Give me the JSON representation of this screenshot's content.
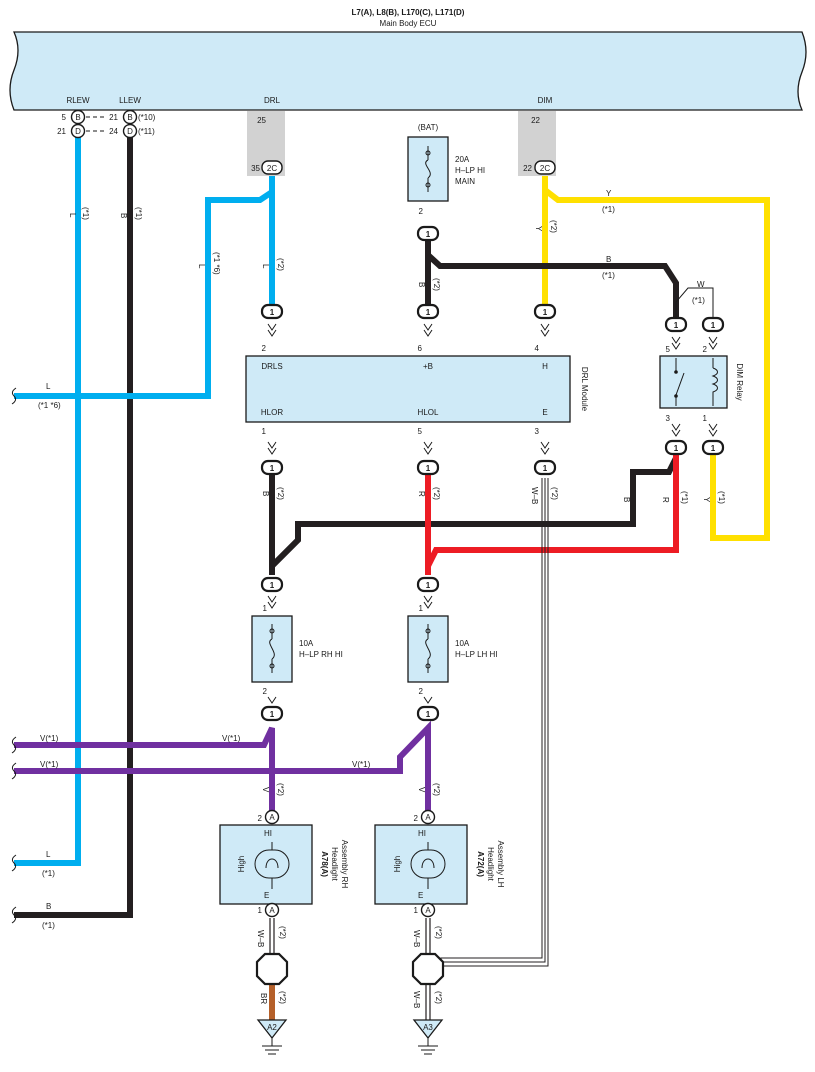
{
  "ecu": {
    "connectors": "L7(A), L8(B), L170(C), L171(D)",
    "name": "Main Body ECU",
    "pins": {
      "rlew": "RLEW",
      "llew": "LLEW",
      "drl": "DRL",
      "dim": "DIM"
    },
    "rlew_pins": {
      "a_left": "5",
      "a_conn": "B",
      "a_right": "21",
      "a_right_conn": "B",
      "a_note": "(*10)",
      "b_left": "21",
      "b_conn": "D",
      "b_right": "24",
      "b_right_conn": "D",
      "b_note": "(*11)"
    },
    "drl_pins": {
      "top": "25",
      "bottom": "35",
      "conn": "2C"
    },
    "dim_pins": {
      "top": "22",
      "bottom": "22",
      "conn": "2C"
    }
  },
  "fuse_main": {
    "source": "(BAT)",
    "rating": "20A",
    "name1": "H–LP HI",
    "name2": "MAIN",
    "pin": "2",
    "conn": "1"
  },
  "fuse_rh": {
    "rating": "10A",
    "name": "H–LP RH HI",
    "pin_top": "1",
    "pin_bottom": "2",
    "conn": "1"
  },
  "fuse_lh": {
    "rating": "10A",
    "name": "H–LP LH HI",
    "pin_top": "1",
    "pin_bottom": "2",
    "conn": "1"
  },
  "drl_module": {
    "name": "DRL Module",
    "pins_top": {
      "drls": "DRLS",
      "b": "+B",
      "h": "H"
    },
    "pins_bottom": {
      "hlor": "HLOR",
      "hlol": "HLOL",
      "e": "E"
    },
    "nums_top": {
      "drls": "2",
      "b": "6",
      "h": "4"
    },
    "nums_bottom": {
      "hlor": "1",
      "hlol": "5",
      "e": "3"
    },
    "conn": "1"
  },
  "dim_relay": {
    "name": "DIM Relay",
    "pins": {
      "p5": "5",
      "p2": "2",
      "p3": "3",
      "p1": "1"
    },
    "conn": "1"
  },
  "headlight_rh": {
    "id": "A78(A)",
    "name1": "Headlight",
    "name2": "Assembly RH",
    "hi": "HI",
    "e": "E",
    "high": "High",
    "pin_top": "2",
    "pin_bottom": "1",
    "conn": "A"
  },
  "headlight_lh": {
    "id": "A72(A)",
    "name1": "Headlight",
    "name2": "Assembly LH",
    "hi": "HI",
    "e": "E",
    "high": "High",
    "pin_top": "2",
    "pin_bottom": "1",
    "conn": "A"
  },
  "grounds": {
    "g1": "A2",
    "g2": "A3"
  },
  "wire_labels": {
    "L": "L",
    "B": "B",
    "Y": "Y",
    "W": "W",
    "R": "R",
    "V": "V",
    "WB": "W–B",
    "BR": "BR",
    "n1": "(*1)",
    "n2": "(*2)",
    "n16": "(*1 *6)",
    "v1": "V(*1)"
  },
  "colors": {
    "blue": "#00aeef",
    "black": "#231f20",
    "yellow": "#ffe000",
    "red": "#ed1c24",
    "purple": "#7030a0",
    "brown": "#b5602a",
    "box": "#cfeaf7"
  }
}
